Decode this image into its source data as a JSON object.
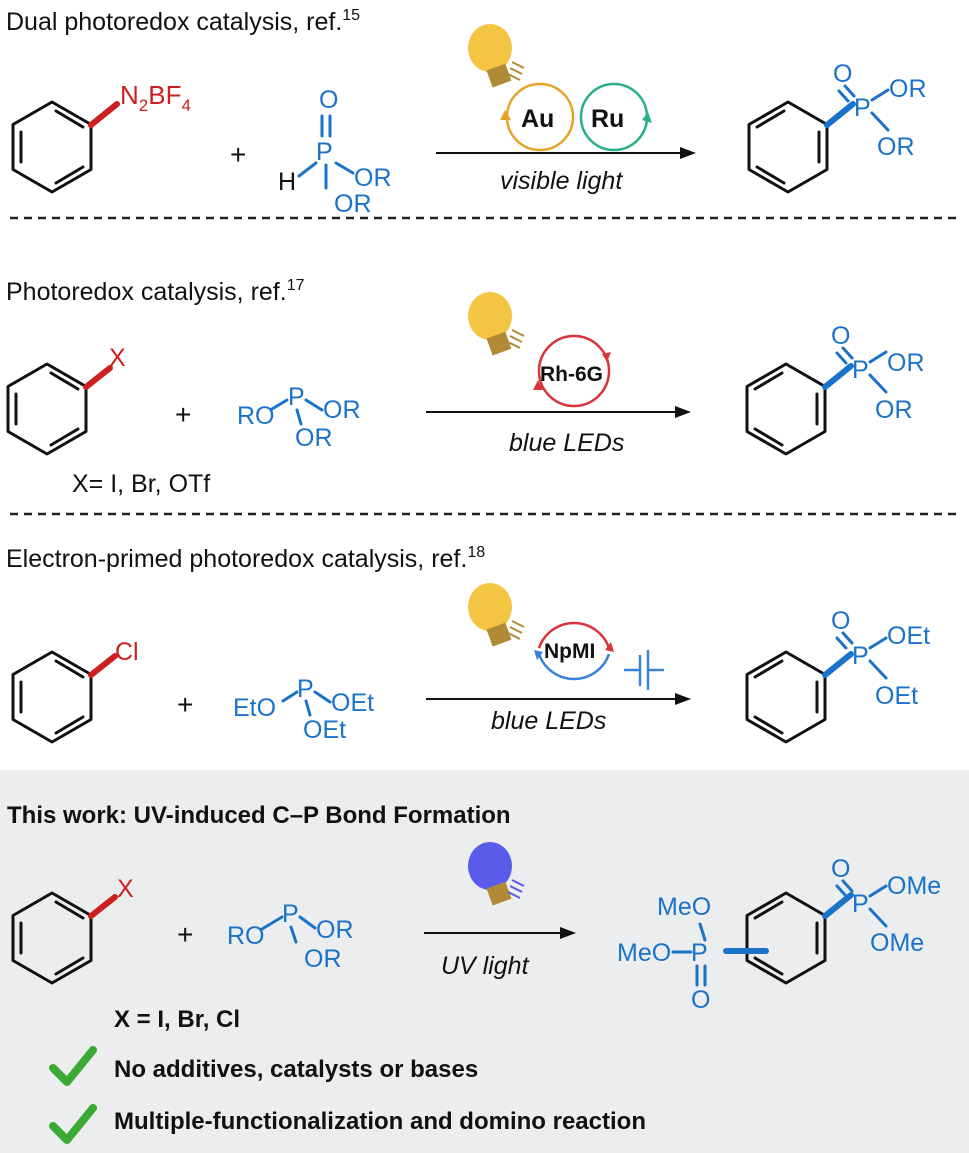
{
  "colors": {
    "heteroatom_blue": "#1a73c8",
    "leaving_group_red": "#cc1f1f",
    "bulb_yellow": "#f3c543",
    "bulb_uv": "#5b5bea",
    "au_cycle": "#e5a32a",
    "ru_cycle": "#27b08a",
    "panel_bg": "#ecedee",
    "check_green": "#3aaa35"
  },
  "icons": [
    "yellow-lightbulb-icon",
    "uv-lightbulb-icon",
    "checkmark-icon",
    "catalytic-cycle-icon"
  ],
  "sections": {
    "s1": {
      "title": "Dual photoredox catalysis, ref.",
      "ref": "15",
      "substituent": "N",
      "substituent_sub1": "2",
      "substituent_mid": "BF",
      "substituent_sub2": "4",
      "plus": "+",
      "reagent": {
        "o": "O",
        "h": "H",
        "p": "P",
        "or1": "OR",
        "or2": "OR"
      },
      "catalyst1": "Au",
      "catalyst2": "Ru",
      "condition": "visible light",
      "product": {
        "o": "O",
        "p": "P",
        "or1": "OR",
        "or2": "OR"
      }
    },
    "s2": {
      "title": "Photoredox catalysis, ref.",
      "ref": "17",
      "substituent": "X",
      "scope": "X= I, Br, OTf",
      "plus": "+",
      "reagent": {
        "ro": "RO",
        "p": "P",
        "or1": "OR",
        "or2": "OR"
      },
      "catalyst": "Rh-6G",
      "condition": "blue LEDs",
      "product": {
        "o": "O",
        "p": "P",
        "or1": "OR",
        "or2": "OR"
      }
    },
    "s3": {
      "title": "Electron-primed photoredox catalysis, ref.",
      "ref": "18",
      "substituent": "Cl",
      "plus": "+",
      "reagent": {
        "eto": "EtO",
        "p": "P",
        "oet1": "OEt",
        "oet2": "OEt"
      },
      "catalyst": "NpMI",
      "condition": "blue LEDs",
      "product": {
        "o": "O",
        "p": "P",
        "oet1": "OEt",
        "oet2": "OEt"
      }
    },
    "s4": {
      "title": "This work: UV-induced C–P Bond Formation",
      "substituent": "X",
      "plus": "+",
      "reagent": {
        "ro": "RO",
        "p": "P",
        "or1": "OR",
        "or2": "OR"
      },
      "condition": "UV light",
      "product": {
        "meo_top": "MeO",
        "meo_left": "MeO",
        "p_left": "P",
        "o_bottom": "O",
        "o_top": "O",
        "p_right": "P",
        "ome1": "OMe",
        "ome2": "OMe"
      },
      "scope": "X = I, Br, Cl",
      "features": [
        "No additives, catalysts or bases",
        "Multiple-functionalization and domino reaction"
      ]
    }
  }
}
